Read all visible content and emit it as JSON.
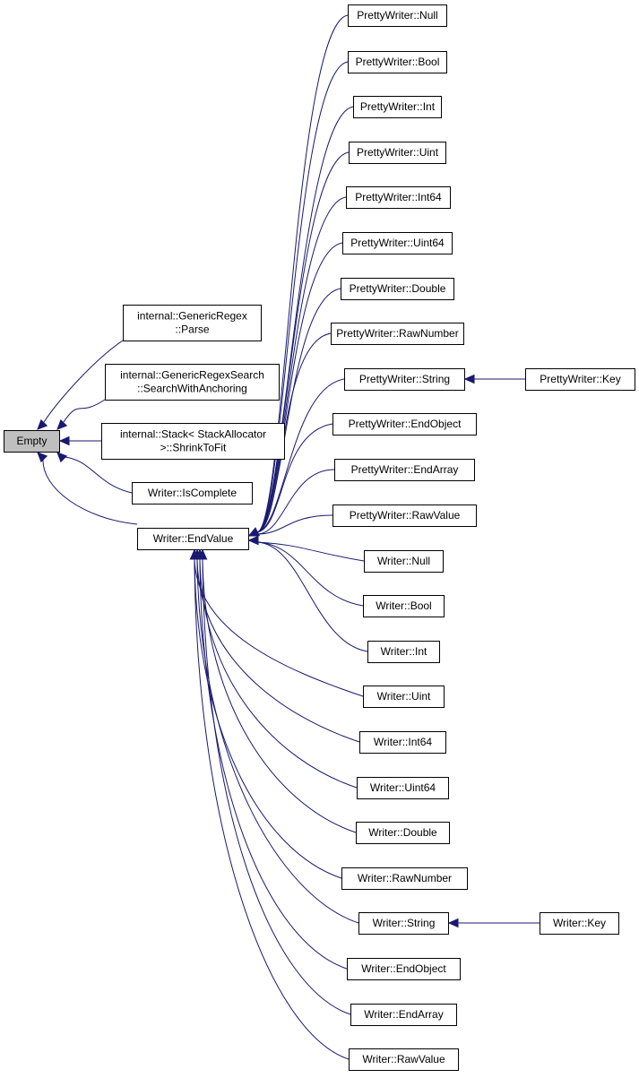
{
  "colors": {
    "edge": "#191970",
    "root_fill": "#bfbfbf",
    "node_fill": "#ffffff",
    "border": "#000000"
  },
  "nodes": {
    "empty": [
      "Empty"
    ],
    "regex_parse": [
      "internal::GenericRegex",
      "::Parse"
    ],
    "regex_search": [
      "internal::GenericRegexSearch",
      "::SearchWithAnchoring"
    ],
    "stack_shrink": [
      "internal::Stack< StackAllocator",
      ">::ShrinkToFit"
    ],
    "w_iscomplete": [
      "Writer::IsComplete"
    ],
    "w_endvalue": [
      "Writer::EndValue"
    ],
    "pw_null": [
      "PrettyWriter::Null"
    ],
    "pw_bool": [
      "PrettyWriter::Bool"
    ],
    "pw_int": [
      "PrettyWriter::Int"
    ],
    "pw_uint": [
      "PrettyWriter::Uint"
    ],
    "pw_int64": [
      "PrettyWriter::Int64"
    ],
    "pw_uint64": [
      "PrettyWriter::Uint64"
    ],
    "pw_double": [
      "PrettyWriter::Double"
    ],
    "pw_rawnumber": [
      "PrettyWriter::RawNumber"
    ],
    "pw_string": [
      "PrettyWriter::String"
    ],
    "pw_key": [
      "PrettyWriter::Key"
    ],
    "pw_endobject": [
      "PrettyWriter::EndObject"
    ],
    "pw_endarray": [
      "PrettyWriter::EndArray"
    ],
    "pw_rawvalue": [
      "PrettyWriter::RawValue"
    ],
    "w_null": [
      "Writer::Null"
    ],
    "w_bool": [
      "Writer::Bool"
    ],
    "w_int": [
      "Writer::Int"
    ],
    "w_uint": [
      "Writer::Uint"
    ],
    "w_int64": [
      "Writer::Int64"
    ],
    "w_uint64": [
      "Writer::Uint64"
    ],
    "w_double": [
      "Writer::Double"
    ],
    "w_rawnumber": [
      "Writer::RawNumber"
    ],
    "w_string": [
      "Writer::String"
    ],
    "w_key": [
      "Writer::Key"
    ],
    "w_endobject": [
      "Writer::EndObject"
    ],
    "w_endarray": [
      "Writer::EndArray"
    ],
    "w_rawvalue": [
      "Writer::RawValue"
    ]
  },
  "edges": [
    [
      "regex_parse",
      "empty"
    ],
    [
      "regex_search",
      "empty"
    ],
    [
      "stack_shrink",
      "empty"
    ],
    [
      "w_iscomplete",
      "empty"
    ],
    [
      "w_endvalue",
      "empty"
    ],
    [
      "pw_null",
      "w_endvalue"
    ],
    [
      "pw_bool",
      "w_endvalue"
    ],
    [
      "pw_int",
      "w_endvalue"
    ],
    [
      "pw_uint",
      "w_endvalue"
    ],
    [
      "pw_int64",
      "w_endvalue"
    ],
    [
      "pw_uint64",
      "w_endvalue"
    ],
    [
      "pw_double",
      "w_endvalue"
    ],
    [
      "pw_rawnumber",
      "w_endvalue"
    ],
    [
      "pw_string",
      "w_endvalue"
    ],
    [
      "pw_endobject",
      "w_endvalue"
    ],
    [
      "pw_endarray",
      "w_endvalue"
    ],
    [
      "pw_rawvalue",
      "w_endvalue"
    ],
    [
      "w_null",
      "w_endvalue"
    ],
    [
      "w_bool",
      "w_endvalue"
    ],
    [
      "w_int",
      "w_endvalue"
    ],
    [
      "w_uint",
      "w_endvalue"
    ],
    [
      "w_int64",
      "w_endvalue"
    ],
    [
      "w_uint64",
      "w_endvalue"
    ],
    [
      "w_double",
      "w_endvalue"
    ],
    [
      "w_rawnumber",
      "w_endvalue"
    ],
    [
      "w_string",
      "w_endvalue"
    ],
    [
      "w_endobject",
      "w_endvalue"
    ],
    [
      "w_endarray",
      "w_endvalue"
    ],
    [
      "w_rawvalue",
      "w_endvalue"
    ],
    [
      "pw_key",
      "pw_string"
    ],
    [
      "w_key",
      "w_string"
    ]
  ]
}
